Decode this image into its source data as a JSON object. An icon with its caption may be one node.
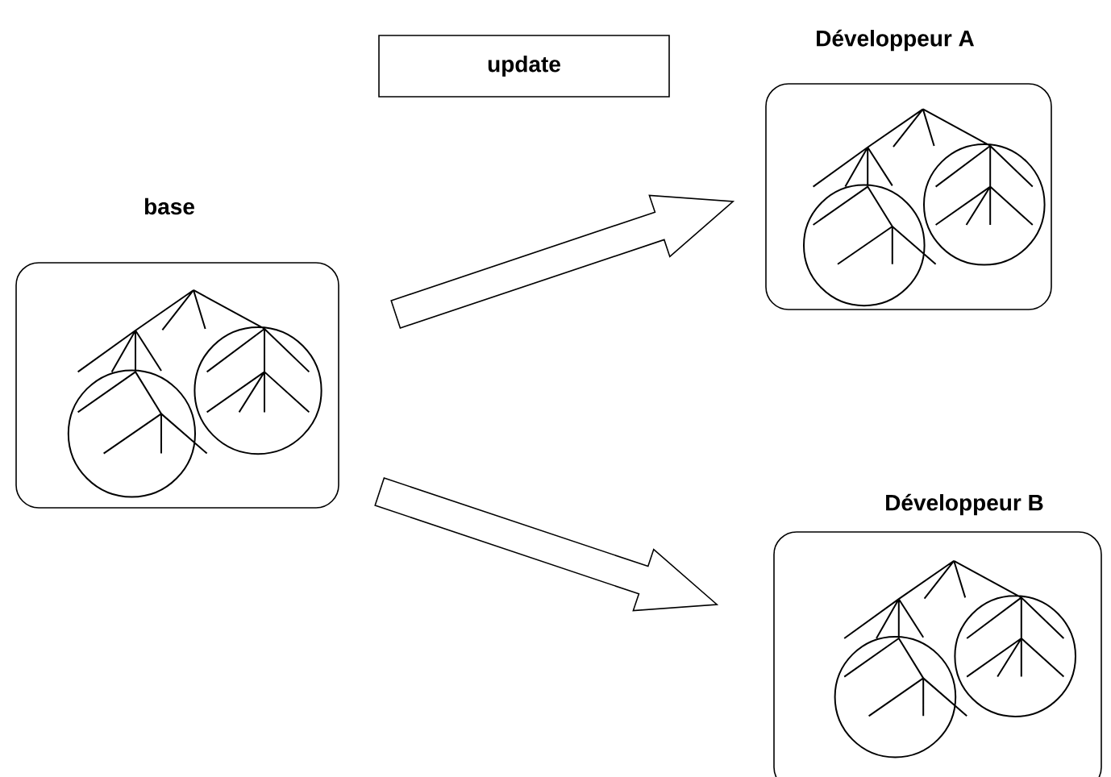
{
  "diagram": {
    "nodes": [
      {
        "text": [
          "update"
        ]
      },
      {
        "text": [
          "base"
        ]
      },
      {
        "text": [
          "Développeur A"
        ]
      },
      {
        "text": [
          "Développeur B"
        ]
      }
    ],
    "edges": [
      {
        "from": 1,
        "to": 2,
        "arrow": "to"
      },
      {
        "from": 1,
        "to": 3,
        "arrow": "to"
      }
    ]
  }
}
